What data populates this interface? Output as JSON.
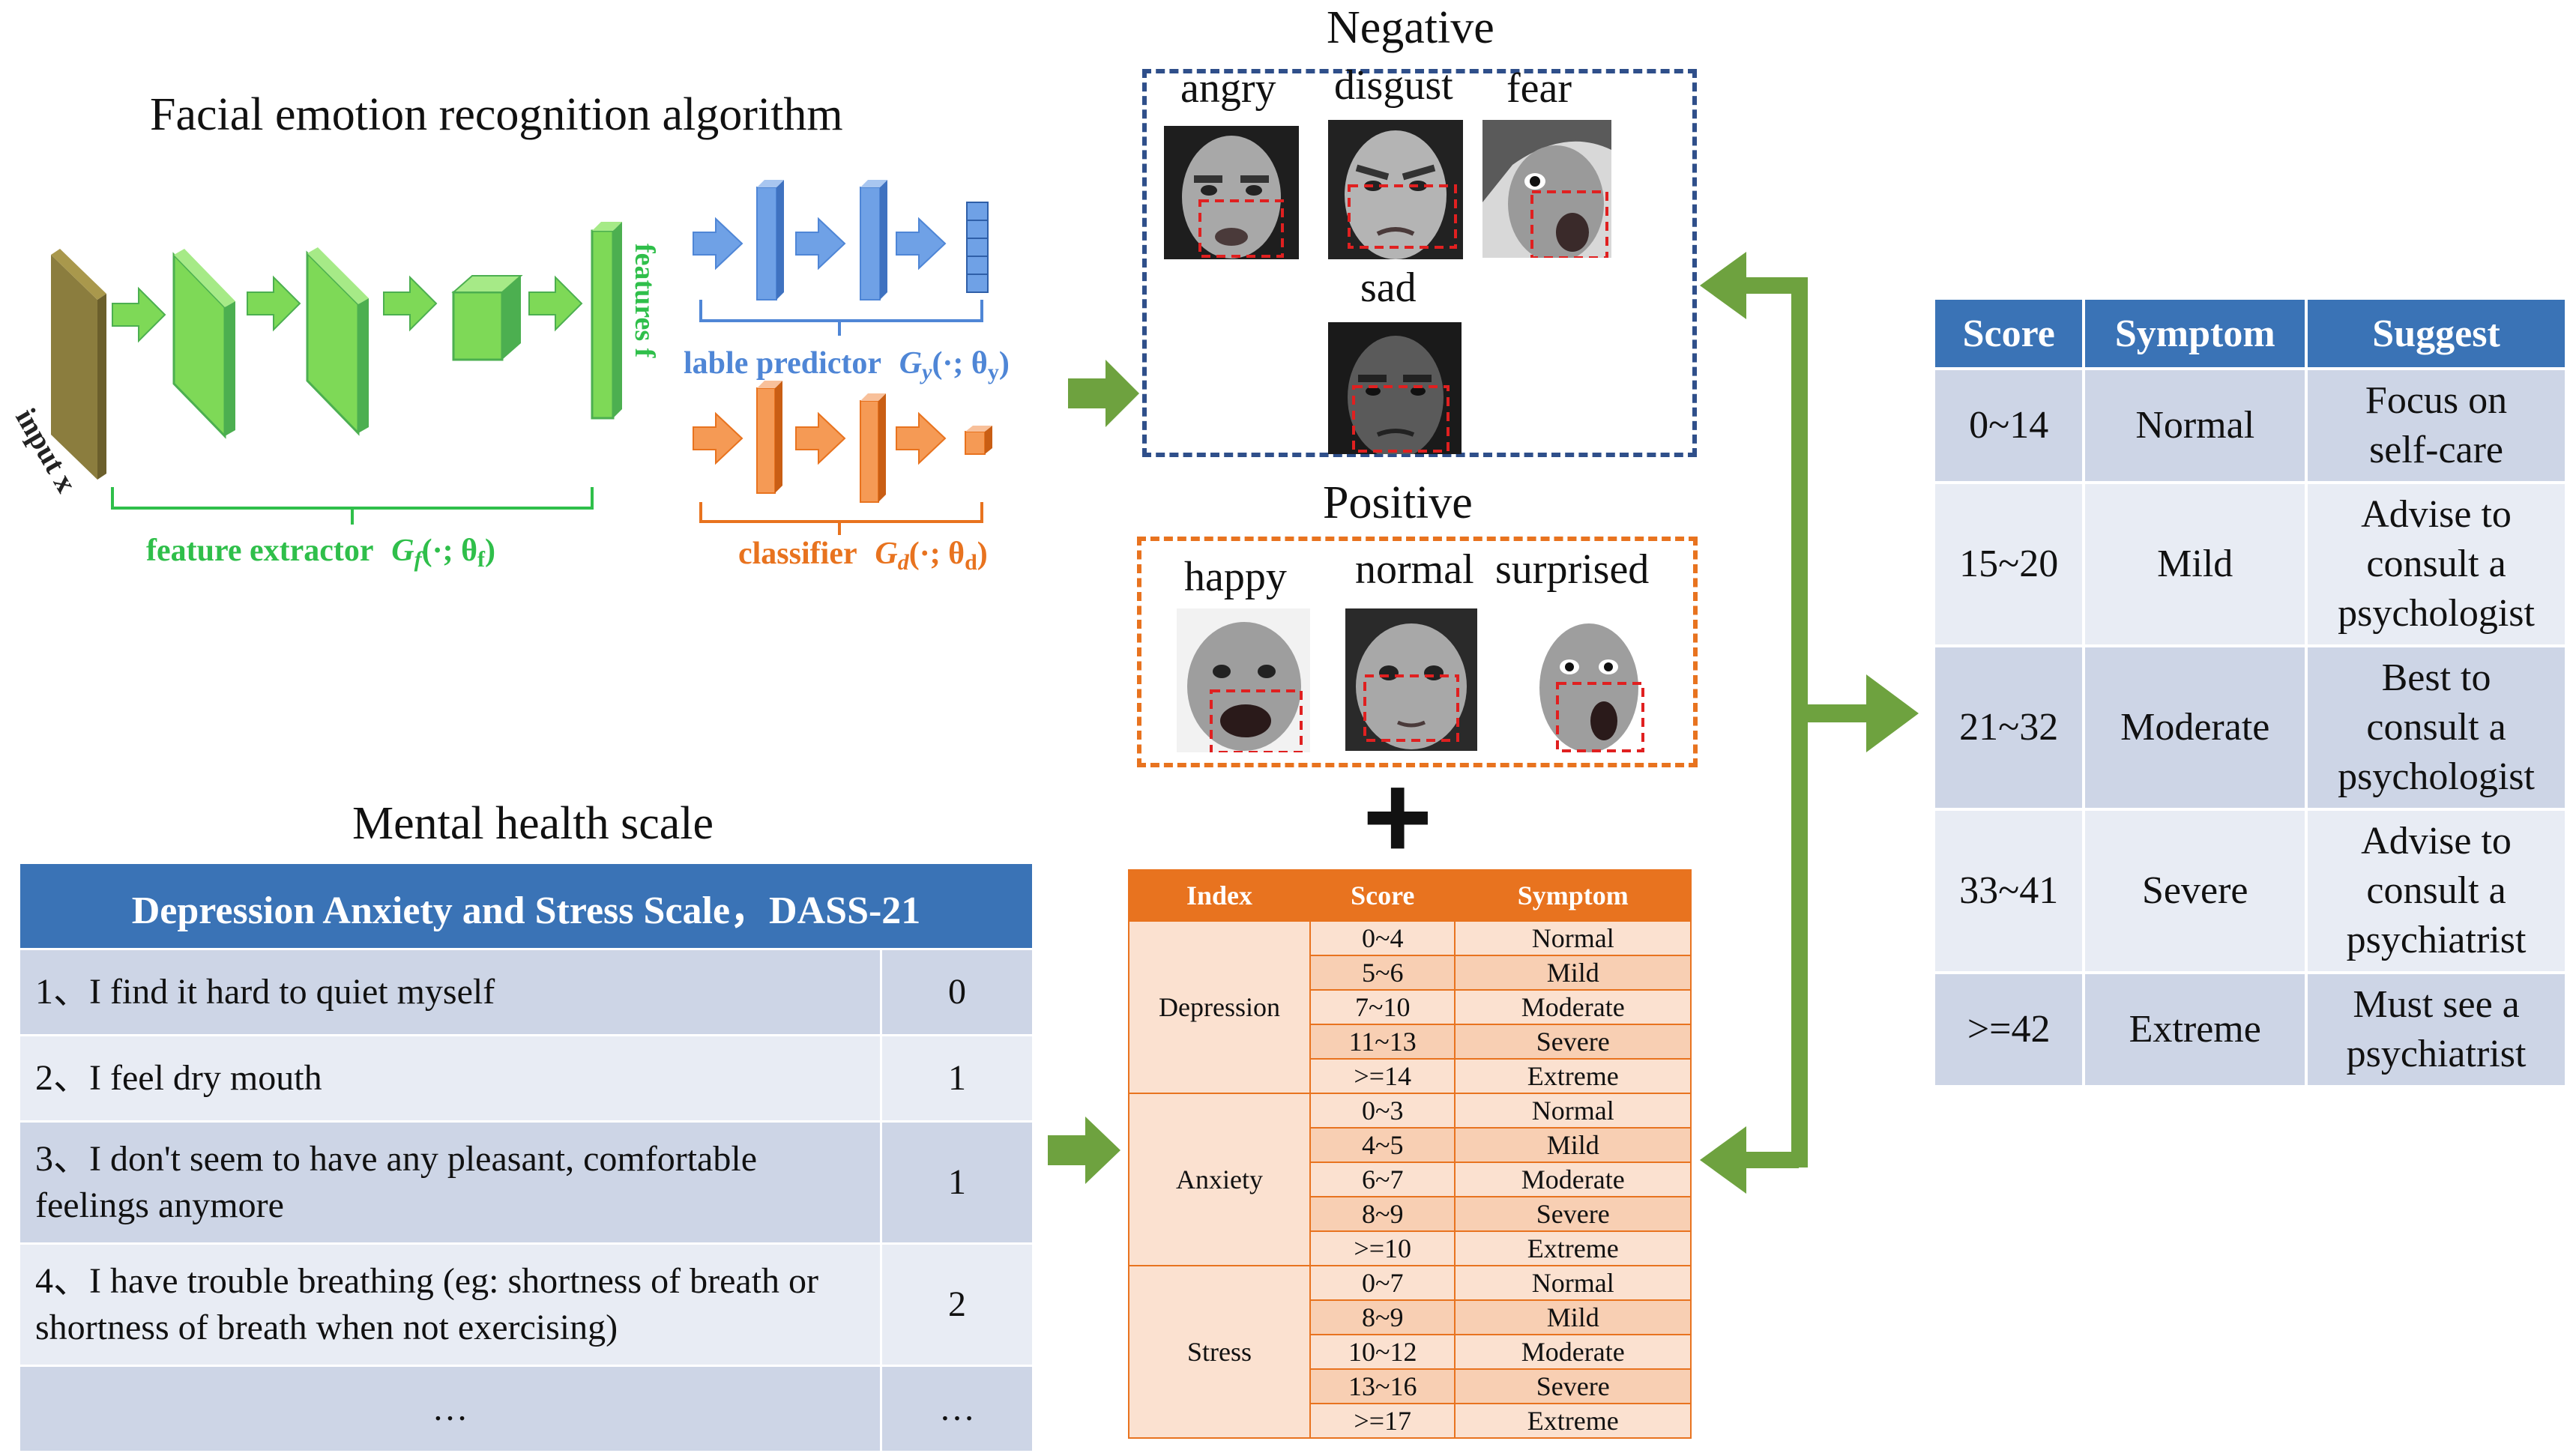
{
  "algorithm": {
    "title": "Facial emotion recognition algorithm",
    "input_label": "input x",
    "features_label": "features f",
    "feature_extractor": "feature extractor",
    "feature_extractor_math": "G",
    "feature_extractor_sub": "f",
    "feature_extractor_args": "(·; θ",
    "feature_extractor_args_sub": "f",
    "label_predictor": "lable predictor",
    "label_predictor_math": "G",
    "label_predictor_sub": "y",
    "label_predictor_args": "(·; θ",
    "label_predictor_args_sub": "y",
    "classifier": "classifier",
    "classifier_math": "G",
    "classifier_sub": "d",
    "classifier_args": "(·; θ",
    "classifier_args_sub": "d",
    "close_paren": ")"
  },
  "negative": {
    "title": "Negative",
    "faces": [
      "angry",
      "disgust",
      "fear",
      "sad"
    ]
  },
  "positive": {
    "title": "Positive",
    "faces": [
      "happy",
      "normal",
      "surprised"
    ]
  },
  "plus": "+",
  "scale": {
    "title": "Mental health scale",
    "header": "Depression Anxiety and Stress Scale，DASS-21",
    "rows": [
      {
        "q": "1、I find it hard to quiet myself",
        "v": "0"
      },
      {
        "q": "2、I feel dry mouth",
        "v": "1"
      },
      {
        "q": "3、I don't seem to have any pleasant, comfortable feelings anymore",
        "v": "1"
      },
      {
        "q": "4、I have trouble breathing (eg: shortness of breath or shortness of breath when not exercising)",
        "v": "2"
      },
      {
        "q": "…",
        "v": "…"
      }
    ]
  },
  "index_table": {
    "headers": [
      "Index",
      "Score",
      "Symptom"
    ],
    "groups": [
      {
        "name": "Depression",
        "rows": [
          [
            "0~4",
            "Normal"
          ],
          [
            "5~6",
            "Mild"
          ],
          [
            "7~10",
            "Moderate"
          ],
          [
            "11~13",
            "Severe"
          ],
          [
            ">=14",
            "Extreme"
          ]
        ]
      },
      {
        "name": "Anxiety",
        "rows": [
          [
            "0~3",
            "Normal"
          ],
          [
            "4~5",
            "Mild"
          ],
          [
            "6~7",
            "Moderate"
          ],
          [
            "8~9",
            "Severe"
          ],
          [
            ">=10",
            "Extreme"
          ]
        ]
      },
      {
        "name": "Stress",
        "rows": [
          [
            "0~7",
            "Normal"
          ],
          [
            "8~9",
            "Mild"
          ],
          [
            "10~12",
            "Moderate"
          ],
          [
            "13~16",
            "Severe"
          ],
          [
            ">=17",
            "Extreme"
          ]
        ]
      }
    ]
  },
  "score_table": {
    "headers": [
      "Score",
      "Symptom",
      "Suggest"
    ],
    "rows": [
      [
        "0~14",
        "Normal",
        "Focus on self-care"
      ],
      [
        "15~20",
        "Mild",
        "Advise to consult a psychologist"
      ],
      [
        "21~32",
        "Moderate",
        "Best to consult a psychologist"
      ],
      [
        "33~41",
        "Severe",
        "Advise to consult a psychiatrist"
      ],
      [
        ">=42",
        "Extreme",
        "Must see a psychiatrist"
      ]
    ]
  },
  "colors": {
    "green": "#6ea23f",
    "cnn_green": "#7ed957",
    "blue": "#4f86d6",
    "orange": "#e8731f",
    "dark_blue_dash": "#2f4f8a",
    "table_blue": "#3a73b6"
  }
}
